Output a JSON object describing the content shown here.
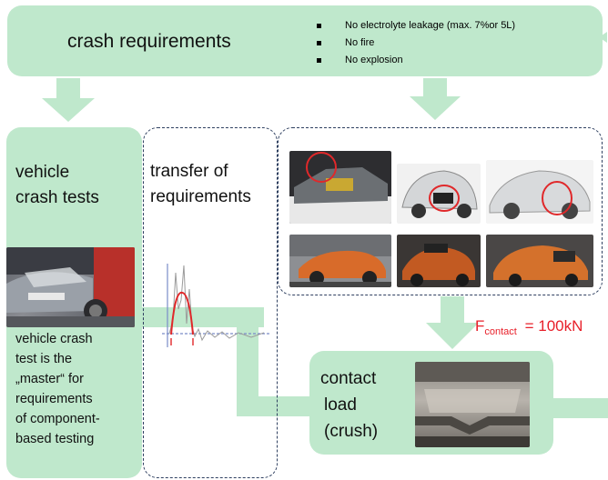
{
  "top_box": {
    "title": "crash requirements",
    "bullets": [
      "No electrolyte leakage (max. 7%or 5L)",
      "No fire",
      "No explosion"
    ]
  },
  "left_box": {
    "title_line1": "vehicle",
    "title_line2": "crash tests",
    "desc_lines": [
      "vehicle crash",
      "test is the",
      "„master“ for",
      "requirements",
      "of component-",
      "based testing"
    ]
  },
  "middle_box": {
    "title_line1": "transfer of",
    "title_line2": "requirements"
  },
  "contact_box": {
    "lines": [
      "contact",
      "load",
      "(crush)"
    ]
  },
  "force_label": {
    "prefix": "F",
    "subscript": "contact",
    "value": "= 100kN"
  },
  "colors": {
    "green": "#bfe8cc",
    "dashed_border": "#2f4060",
    "force_red": "#e8202a",
    "curve_red": "#e0282a"
  }
}
